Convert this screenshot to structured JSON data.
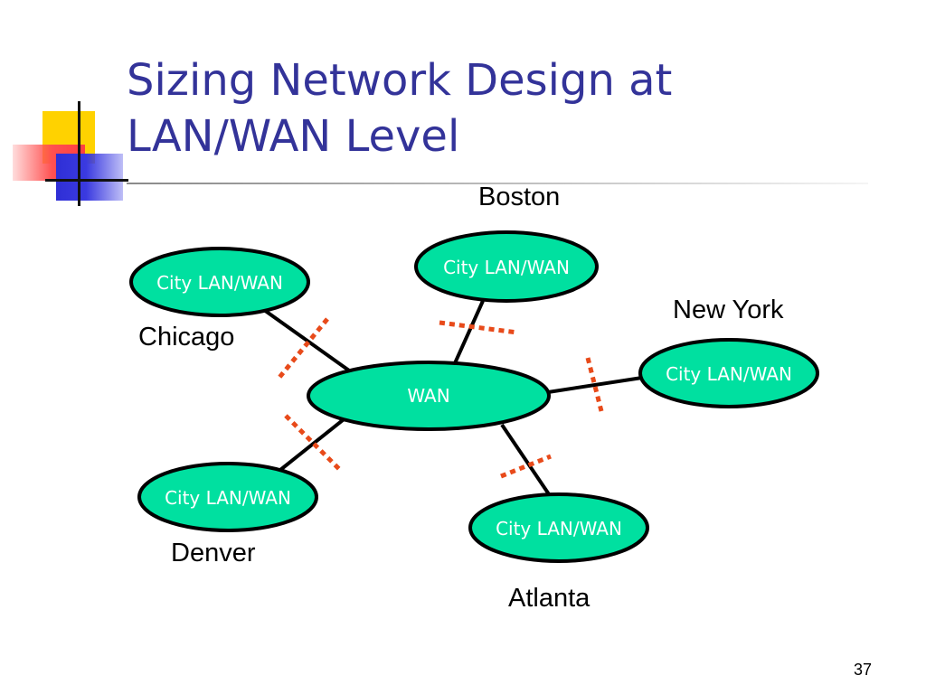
{
  "title_lines": [
    "Sizing Network Design at",
    "LAN/WAN Level"
  ],
  "center_node": {
    "label": "WAN"
  },
  "nodes": {
    "chicago": {
      "label": "City LAN/WAN",
      "city": "Chicago"
    },
    "boston": {
      "label": "City LAN/WAN",
      "city": "Boston"
    },
    "new_york": {
      "label": "City LAN/WAN",
      "city": "New York"
    },
    "denver": {
      "label": "City LAN/WAN",
      "city": "Denver"
    },
    "atlanta": {
      "label": "City LAN/WAN",
      "city": "Atlanta"
    }
  },
  "page_number": "37",
  "colors": {
    "title": "#333399",
    "node_fill": "#00e0a0",
    "node_stroke": "#000000",
    "link": "#000000",
    "boundary_dots": "#e84a1a"
  }
}
